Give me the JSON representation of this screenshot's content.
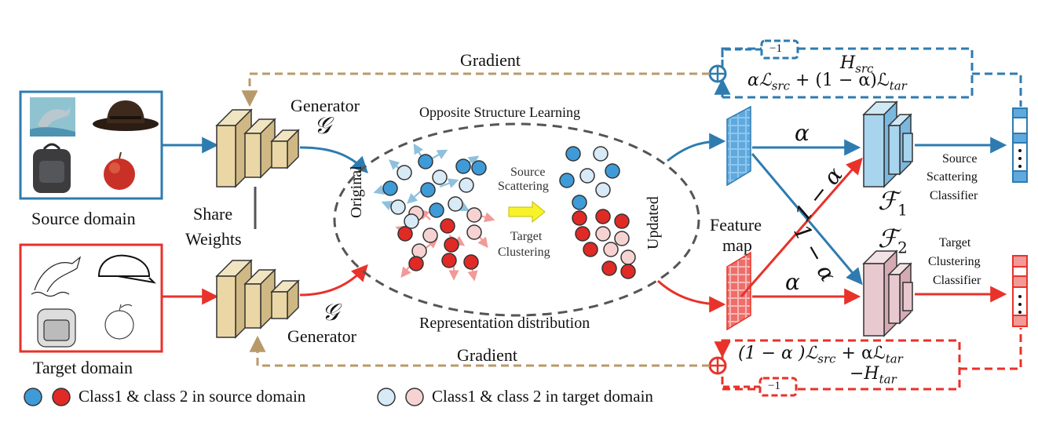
{
  "source": {
    "label": "Source domain",
    "images": [
      "dolphin-photo",
      "hat-photo",
      "backpack-photo",
      "apple-photo"
    ]
  },
  "target": {
    "label": "Target domain",
    "images": [
      "dolphin-sketch",
      "cap-sketch",
      "backpack-sketch",
      "apple-sketch"
    ]
  },
  "generator": {
    "label": "Generator",
    "symbol": "𝒢",
    "share_label_1": "Share",
    "share_label_2": "Weights"
  },
  "gradient_top": "Gradient",
  "gradient_bottom": "Gradient",
  "ellipse": {
    "title": "Opposite Structure Learning",
    "bottom_label": "Representation distribution",
    "left_label": "Original",
    "right_label": "Updated",
    "mid_top_1": "Source",
    "mid_top_2": "Scattering",
    "mid_bottom_1": "Target",
    "mid_bottom_2": "Clustering"
  },
  "feature_map_1": "Feature",
  "feature_map_2": "map",
  "alpha": "α",
  "one_minus_alpha": "1 − α",
  "classifiers": {
    "f1": {
      "symbol": "ℱ",
      "sub": "1",
      "label_1": "Source",
      "label_2": "Scattering",
      "label_3": "Classifier"
    },
    "f2": {
      "symbol": "ℱ",
      "sub": "2",
      "label_1": "Target",
      "label_2": "Clustering",
      "label_3": "Classifier"
    }
  },
  "loss_top": {
    "h": "H",
    "h_sub": "src",
    "expr": "αℒ",
    "expr_sub1": "src",
    "expr_mid": " + (1 − α)ℒ",
    "expr_sub2": "tar",
    "neg": "−1"
  },
  "loss_bottom": {
    "expr": "(1 − α )ℒ",
    "expr_sub1": "src",
    "expr_mid": " + αℒ",
    "expr_sub2": "tar",
    "h": "−H",
    "h_sub": "tar",
    "neg": "−1"
  },
  "legend": {
    "source_text": "Class1 & class 2 in source domain",
    "target_text": "Class1 & class 2 in target domain"
  },
  "colors": {
    "blue": "#2e7bb0",
    "red": "#e8322a",
    "tan": "#b89a6a",
    "dot_blue": "#3e9bd8",
    "dot_red": "#e02a25",
    "dot_light_blue": "#d8eaf6",
    "dot_light_red": "#f6d3d2",
    "block": "#ead7a5",
    "f1": "#a8d4ee",
    "f2": "#e8c9cf"
  }
}
